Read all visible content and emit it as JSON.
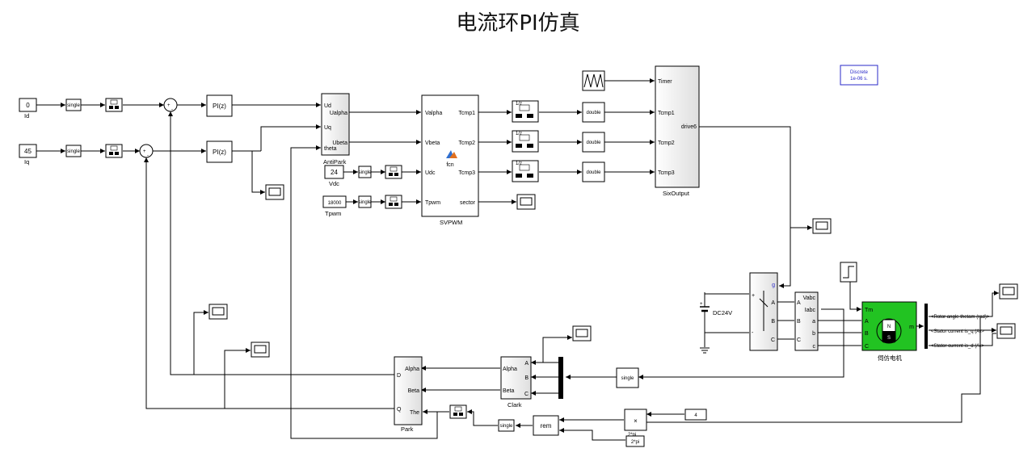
{
  "title": "电流环PI仿真",
  "solver": {
    "line1": "Discrete",
    "line2": "1e-06 s."
  },
  "colors": {
    "motor": "#22c322",
    "solver_text": "#2828c8"
  },
  "constants": {
    "id": "0",
    "iq": "45",
    "vdc": "24",
    "tpwm": "18000",
    "four": "4",
    "two_pi": "2*pi",
    "two_pi_out": "2*pi"
  },
  "names": {
    "id": "Id",
    "iq": "Iq",
    "vdc": "Vdc",
    "tpwm": "Tpwm",
    "antipark": "AntiPark",
    "svpwm": "SVPWM",
    "sixoutput": "SixOutput",
    "clark": "Clark",
    "park": "Park",
    "dc": "DC24V",
    "motor": "伺仿电机"
  },
  "blocks": {
    "single": "single",
    "zoh": "ZOH",
    "pi": "PI(z)",
    "double": "double",
    "rem": "rem",
    "mult": "×",
    "fcn": "fcn",
    "tz1": "1/z",
    "plus": "+",
    "minus": "-",
    "drive6": "drive6",
    "g": "g",
    "vabc": "Vabc",
    "iabc": "Iabc",
    "tm": "Tm",
    "m": "m",
    "N": "N",
    "S": "S"
  },
  "ports": {
    "antipark_in": [
      "Ud",
      "Uq",
      "theta"
    ],
    "antipark_out": [
      "Ualpha",
      "Ubeta"
    ],
    "svpwm_in": [
      "Valpha",
      "Vbeta",
      "Udc",
      "Tpwm"
    ],
    "svpwm_out": [
      "Tcmp1",
      "Tcmp2",
      "Tcmp3",
      "sector"
    ],
    "six_in": [
      "Timer",
      "Tcmp1",
      "Tcmp2",
      "Tcmp3"
    ],
    "clark_in": [
      "A",
      "B",
      "C"
    ],
    "clark_out": [
      "Alpha",
      "Beta"
    ],
    "park_in": [
      "Alpha",
      "Beta",
      "The"
    ],
    "park_out": [
      "D",
      "Q"
    ],
    "inv_in": [
      "+",
      "-"
    ],
    "inv_out": [
      "A",
      "B",
      "C"
    ],
    "meas_in": [
      "A",
      "B",
      "C"
    ],
    "meas_out": [
      "a",
      "b",
      "c"
    ],
    "motor_in": [
      "A",
      "B",
      "C"
    ]
  },
  "bus_signals": [
    "<Rotor angle thetam (rad)>",
    "<Stator current is_q (A)>",
    "<Stator current is_d (A)>"
  ]
}
